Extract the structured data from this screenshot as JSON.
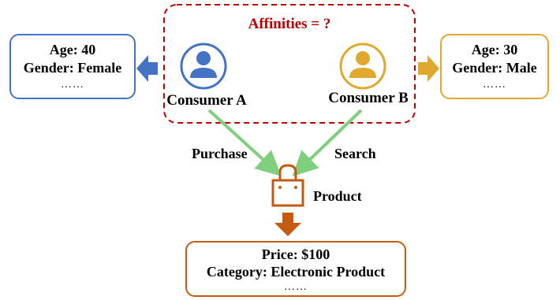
{
  "title": "Affinities = ?",
  "consumer_a": {
    "label": "Consumer A",
    "age": "Age: 40",
    "gender": "Gender: Female",
    "more": "……",
    "color": "#4472c4"
  },
  "consumer_b": {
    "label": "Consumer B",
    "age": "Age: 30",
    "gender": "Gender: Male",
    "more": "……",
    "color": "#e0a82e"
  },
  "actions": {
    "purchase": "Purchase",
    "search": "Search"
  },
  "product": {
    "label": "Product",
    "price": "Price: $100",
    "category": "Category: Electronic Product",
    "more": "……",
    "color": "#c55a11"
  },
  "colors": {
    "dashed_border": "#c00000",
    "title": "#c00000",
    "edge": "#7fcf7f"
  }
}
